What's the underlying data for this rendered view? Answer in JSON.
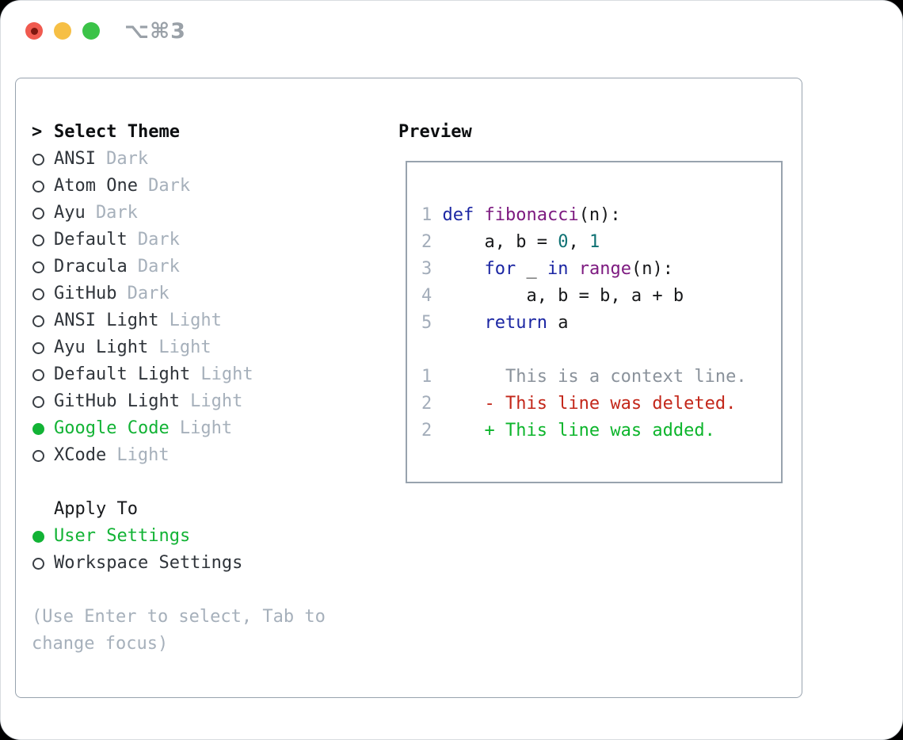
{
  "window": {
    "title": "⌥⌘3",
    "controls": [
      "close-button",
      "minimize-button",
      "zoom-button"
    ]
  },
  "palette": {
    "traffic_red": "#f05a4f",
    "traffic_red_dot": "#7e170f",
    "traffic_yellow": "#f6bf45",
    "traffic_green": "#3bc348",
    "title_gray": "#9aa1a8",
    "panel_border": "#98a3ae",
    "box_border": "#98a3ae",
    "heading": "#0c0e10",
    "item_text": "#2f343a",
    "muted": "#a6b0bb",
    "hint": "#a6b0bb",
    "selected_green": "#12b335",
    "line_number": "#a3adba",
    "keyword": "#1b26a3",
    "function": "#7d1a80",
    "number": "#0e7173",
    "plain": "#17181a",
    "context": "#8a929b",
    "deleted": "#c3271a",
    "added": "#0db52c"
  },
  "theme_list": {
    "cursor": ">",
    "header": "Select Theme",
    "items": [
      {
        "name": "ANSI",
        "variant": "Dark",
        "selected": false
      },
      {
        "name": "Atom One",
        "variant": "Dark",
        "selected": false
      },
      {
        "name": "Ayu",
        "variant": "Dark",
        "selected": false
      },
      {
        "name": "Default",
        "variant": "Dark",
        "selected": false
      },
      {
        "name": "Dracula",
        "variant": "Dark",
        "selected": false
      },
      {
        "name": "GitHub",
        "variant": "Dark",
        "selected": false
      },
      {
        "name": "ANSI Light",
        "variant": "Light",
        "selected": false
      },
      {
        "name": "Ayu Light",
        "variant": "Light",
        "selected": false
      },
      {
        "name": "Default Light",
        "variant": "Light",
        "selected": false
      },
      {
        "name": "GitHub Light",
        "variant": "Light",
        "selected": false
      },
      {
        "name": "Google Code",
        "variant": "Light",
        "selected": true
      },
      {
        "name": "XCode",
        "variant": "Light",
        "selected": false
      }
    ]
  },
  "apply_to": {
    "header": "Apply To",
    "items": [
      {
        "label": "User Settings",
        "selected": true
      },
      {
        "label": "Workspace Settings",
        "selected": false
      }
    ]
  },
  "hint": "(Use Enter to select, Tab to change focus)",
  "preview": {
    "header": "Preview",
    "code_lines": [
      {
        "num": "1",
        "segments": [
          {
            "t": "def ",
            "c": "keyword"
          },
          {
            "t": "fibonacci",
            "c": "function"
          },
          {
            "t": "(n):",
            "c": "plain"
          }
        ]
      },
      {
        "num": "2",
        "segments": [
          {
            "t": "    a, b = ",
            "c": "plain"
          },
          {
            "t": "0",
            "c": "number"
          },
          {
            "t": ", ",
            "c": "plain"
          },
          {
            "t": "1",
            "c": "number"
          }
        ]
      },
      {
        "num": "3",
        "segments": [
          {
            "t": "    ",
            "c": "plain"
          },
          {
            "t": "for",
            "c": "keyword"
          },
          {
            "t": " _ ",
            "c": "plain"
          },
          {
            "t": "in",
            "c": "keyword"
          },
          {
            "t": " ",
            "c": "plain"
          },
          {
            "t": "range",
            "c": "function"
          },
          {
            "t": "(n):",
            "c": "plain"
          }
        ]
      },
      {
        "num": "4",
        "segments": [
          {
            "t": "        a, b = b, a + b",
            "c": "plain"
          }
        ]
      },
      {
        "num": "5",
        "segments": [
          {
            "t": "    ",
            "c": "plain"
          },
          {
            "t": "return",
            "c": "keyword"
          },
          {
            "t": " a",
            "c": "plain"
          }
        ]
      },
      {
        "num": "",
        "segments": []
      },
      {
        "num": "1",
        "segments": [
          {
            "t": "      This is a context line.",
            "c": "context"
          }
        ]
      },
      {
        "num": "2",
        "segments": [
          {
            "t": "    - This line was deleted.",
            "c": "deleted"
          }
        ]
      },
      {
        "num": "2",
        "segments": [
          {
            "t": "    + This line was added.",
            "c": "added"
          }
        ]
      }
    ]
  }
}
